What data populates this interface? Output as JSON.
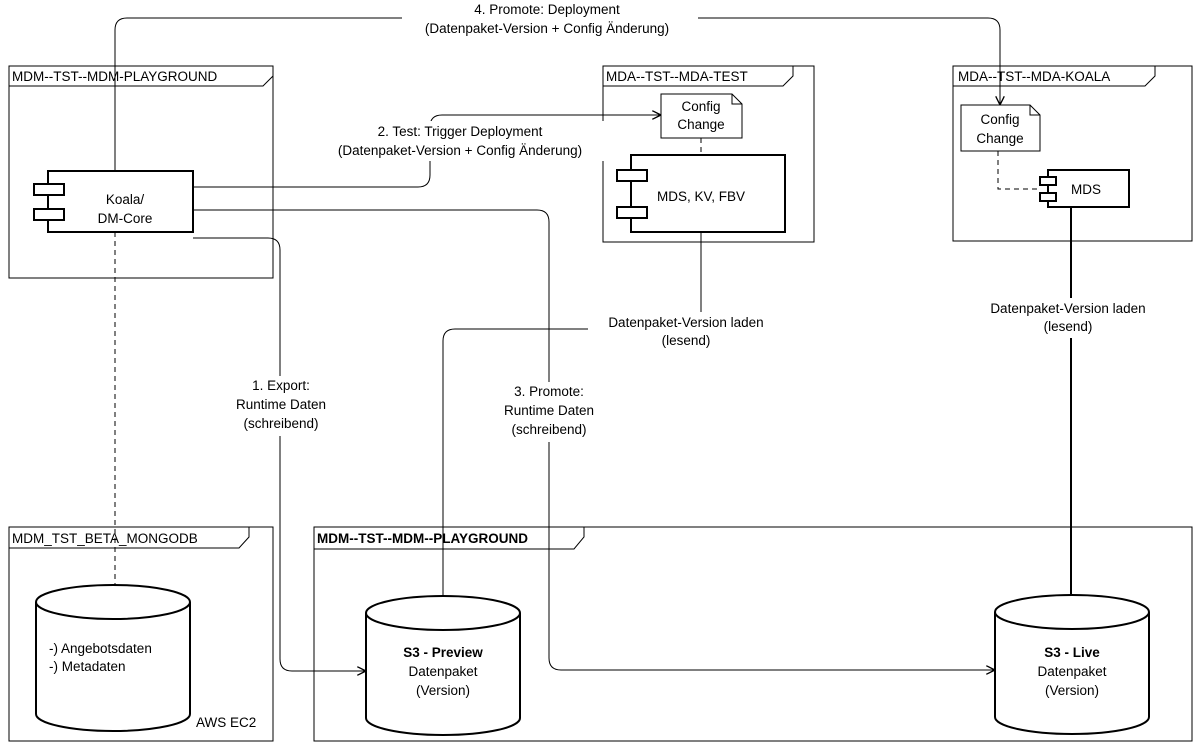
{
  "frames": {
    "left_top": "MDM--TST--MDM-PLAYGROUND",
    "mid_top": "MDA--TST--MDA-TEST",
    "right_top": "MDA--TST--MDA-KOALA",
    "left_bottom": "MDM_TST_BETA_MONGODB",
    "bottom_big": "MDM--TST--MDM--PLAYGROUND",
    "left_bottom_footer": "AWS EC2"
  },
  "components": {
    "koala": [
      "Koala/",
      "DM-Core"
    ],
    "mds_kv_fbv": "MDS, KV, FBV",
    "mds": "MDS"
  },
  "notes": {
    "config_test": [
      "Config",
      "Change"
    ],
    "config_koala": [
      "Config",
      "Change"
    ]
  },
  "databases": {
    "mongo": [
      "-) Angebotsdaten",
      "-) Metadaten"
    ],
    "preview": {
      "title": "S3 - Preview",
      "line1": "Datenpaket",
      "line2": "(Version)"
    },
    "live": {
      "title": "S3 - Live",
      "line1": "Datenpaket",
      "line2": "(Version)"
    }
  },
  "edges": {
    "promote_deploy": [
      "4. Promote: Deployment",
      "(Datenpaket-Version + Config Änderung)"
    ],
    "test_trigger": [
      "2. Test: Trigger Deployment",
      "(Datenpaket-Version + Config Änderung)"
    ],
    "load_test": [
      "Datenpaket-Version laden",
      "(lesend)"
    ],
    "load_koala": [
      "Datenpaket-Version laden",
      "(lesend)"
    ],
    "export": [
      "1. Export:",
      "Runtime Daten",
      "(schreibend)"
    ],
    "promote_runtime": [
      "3. Promote:",
      "Runtime Daten",
      "(schreibend)"
    ]
  }
}
